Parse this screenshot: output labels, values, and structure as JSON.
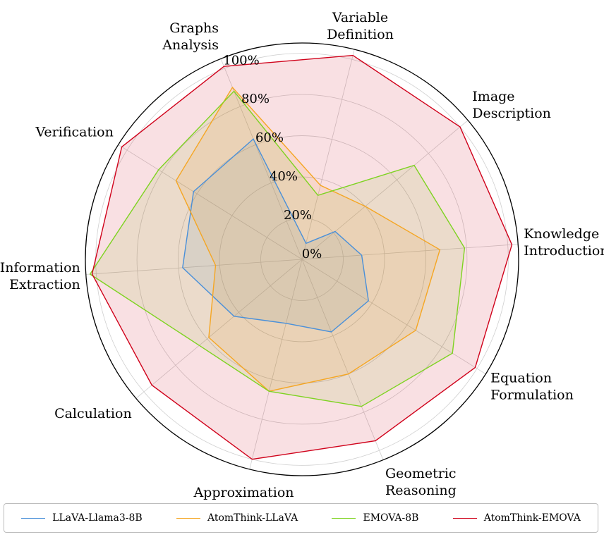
{
  "chart_data": {
    "type": "radar",
    "categories": [
      [
        "Knowledge",
        "Introduction"
      ],
      [
        "Image",
        "Description"
      ],
      [
        "Variable",
        "Definition"
      ],
      [
        "Graphs",
        "Analysis"
      ],
      [
        "Verification"
      ],
      [
        "Information",
        "Extraction"
      ],
      [
        "Calculation"
      ],
      [
        "Approximation"
      ],
      [
        "Geometric",
        "Reasoning"
      ],
      [
        "Equation",
        "Formulation"
      ]
    ],
    "rlim": [
      0,
      105
    ],
    "rticks": [
      "0%",
      "20%",
      "40%",
      "60%",
      "80%",
      "100%"
    ],
    "rtick_values": [
      0,
      20,
      40,
      60,
      80,
      100
    ],
    "grid": true,
    "legend_position": "bottom",
    "series": [
      {
        "name": "LLaVA-Llama3-8B",
        "color": "#4a90d9",
        "values": [
          29,
          21,
          8,
          63,
          62,
          58,
          43,
          32,
          38,
          38
        ]
      },
      {
        "name": "AtomThink-LLaVA",
        "color": "#f5a623",
        "values": [
          67,
          40,
          37,
          90,
          72,
          42,
          59,
          66,
          60,
          65
        ]
      },
      {
        "name": "EMOVA-8B",
        "color": "#7ed321",
        "values": [
          79,
          71,
          32,
          88,
          82,
          103,
          65,
          66,
          77,
          86
        ]
      },
      {
        "name": "AtomThink-EMOVA",
        "color": "#d0021b",
        "values": [
          102,
          100,
          102,
          101,
          103,
          102,
          95,
          100,
          95,
          99
        ]
      }
    ]
  }
}
